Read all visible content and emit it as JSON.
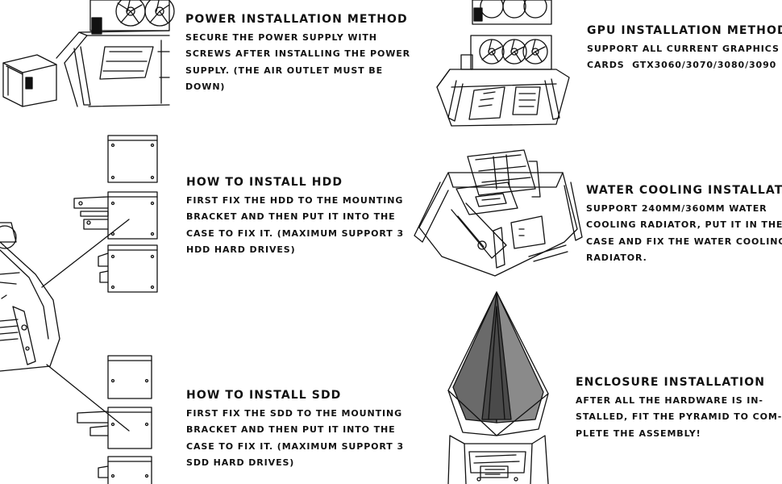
{
  "sections": {
    "power": {
      "title": "POWER INSTALLATION METHOD",
      "lines": [
        "SECURE THE POWER SUPPLY WITH",
        "SCREWS AFTER INSTALLING THE POWER",
        "SUPPLY. (THE AIR OUTLET MUST BE",
        "DOWN)"
      ]
    },
    "gpu": {
      "title": "GPU INSTALLATION METHOD",
      "lines": [
        "SUPPORT ALL CURRENT GRAPHICS",
        "CARDS  GTX3060/3070/3080/3090"
      ]
    },
    "hdd": {
      "title": "HOW TO INSTALL HDD",
      "lines": [
        "FIRST FIX THE HDD TO THE MOUNTING",
        "BRACKET AND THEN PUT IT INTO THE",
        "CASE TO FIX IT. (MAXIMUM SUPPORT 3",
        "HDD HARD DRIVES)"
      ]
    },
    "water": {
      "title": "WATER COOLING INSTALLATION",
      "lines": [
        "SUPPORT 240MM/360MM WATER",
        "COOLING RADIATOR, PUT IT IN THE",
        "CASE AND FIX THE WATER COOLING",
        "RADIATOR."
      ]
    },
    "sdd": {
      "title": "HOW TO INSTALL SDD",
      "lines": [
        "FIRST FIX THE SDD TO THE MOUNTING",
        "BRACKET AND THEN PUT IT INTO THE",
        "CASE TO FIX IT. (MAXIMUM SUPPORT 3",
        "SDD HARD DRIVES)"
      ]
    },
    "enclosure": {
      "title": "ENCLOSURE INSTALLATION",
      "lines": [
        "AFTER ALL THE HARDWARE IS IN-",
        "STALLED, FIT THE PYRAMID TO COM-",
        "PLETE THE ASSEMBLY!"
      ]
    }
  }
}
